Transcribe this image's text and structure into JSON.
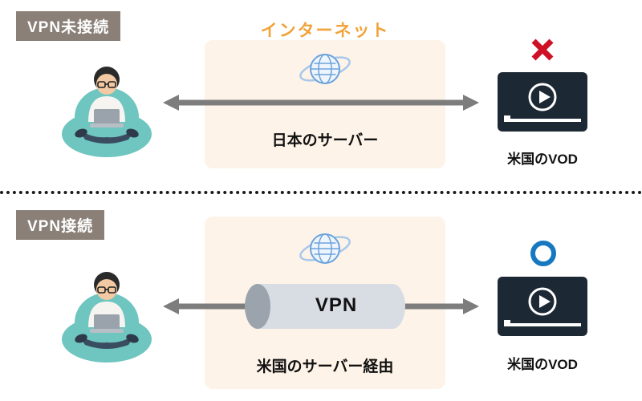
{
  "top": {
    "badge_label": "VPN未接続",
    "internet_title": "インターネット",
    "panel_caption": "日本のサーバー",
    "vod_caption": "米国のVOD",
    "status": "blocked"
  },
  "bottom": {
    "badge_label": "VPN接続",
    "panel_caption": "米国のサーバー経由",
    "tunnel_label": "VPN",
    "vod_caption": "米国のVOD",
    "status": "allowed"
  },
  "colors": {
    "badge_bg": "#8a8078",
    "internet_text": "#f0a339",
    "panel_bg": "#fdf3e8",
    "arrow_gray": "#7d7d7d",
    "player_bg": "#1c2935",
    "blocked_cross_red": "#ce1126",
    "allowed_circle_blue": "#1678c0",
    "beanbag_teal": "#6fc5bf",
    "cylinder_body": "#d8dce3",
    "cylinder_cap": "#9ba3ad",
    "globe_blue": "#6ca3dc"
  }
}
